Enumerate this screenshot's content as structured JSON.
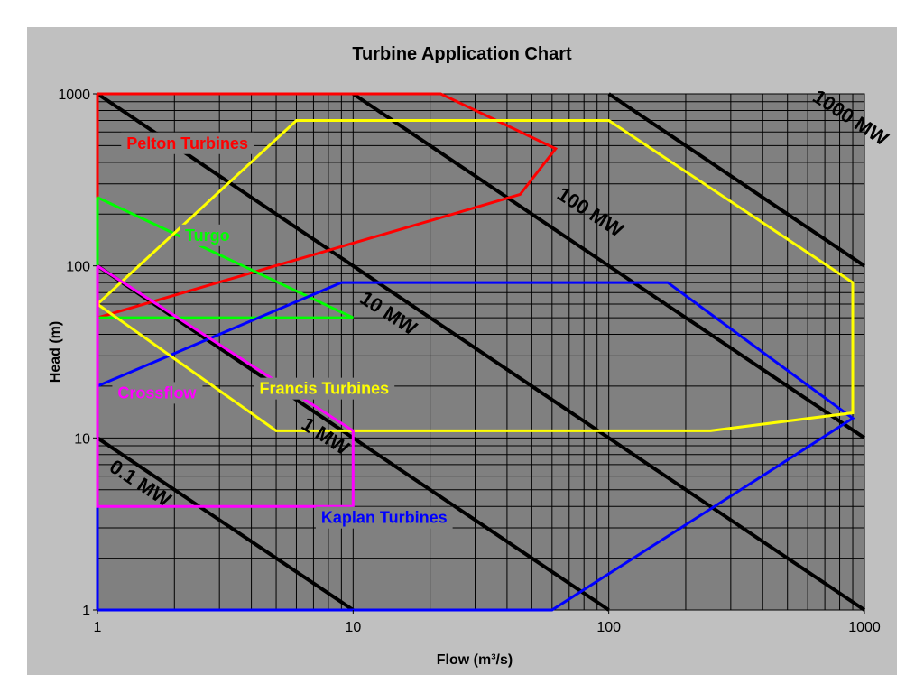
{
  "chart_data": {
    "type": "line",
    "title": "Turbine Application Chart",
    "xlabel": "Flow (m³/s)",
    "ylabel": "Head (m)",
    "xscale": "log",
    "yscale": "log",
    "xlim": [
      1,
      1000
    ],
    "ylim": [
      1,
      1000
    ],
    "x_ticks": [
      "1",
      "10",
      "100",
      "1000"
    ],
    "y_ticks": [
      "1",
      "10",
      "100",
      "1000"
    ],
    "grid": true,
    "plot_background": "#808080",
    "power_lines": [
      {
        "label": "0.1 MW",
        "points": [
          [
            1,
            10
          ],
          [
            10,
            1
          ]
        ]
      },
      {
        "label": "1 MW",
        "points": [
          [
            1,
            100
          ],
          [
            100,
            1
          ]
        ]
      },
      {
        "label": "10 MW",
        "points": [
          [
            1,
            1000
          ],
          [
            1000,
            1
          ]
        ]
      },
      {
        "label": "100 MW",
        "points": [
          [
            10,
            1000
          ],
          [
            1000,
            10
          ]
        ]
      },
      {
        "label": "1000 MW",
        "points": [
          [
            100,
            1000
          ],
          [
            1000,
            100
          ]
        ]
      }
    ],
    "regions": [
      {
        "label": "Pelton Turbines",
        "color": "#ff0000",
        "label_x": 1.3,
        "label_y": 480,
        "points": [
          [
            1,
            1000
          ],
          [
            22,
            1000
          ],
          [
            62,
            480
          ],
          [
            45,
            260
          ],
          [
            1,
            50
          ],
          [
            1,
            1000
          ]
        ]
      },
      {
        "label": "Francis Turbines",
        "color": "#ffff00",
        "label_x": 4.3,
        "label_y": 18,
        "points": [
          [
            1,
            60
          ],
          [
            6,
            700
          ],
          [
            100,
            700
          ],
          [
            900,
            80
          ],
          [
            900,
            14
          ],
          [
            250,
            11
          ],
          [
            5,
            11
          ],
          [
            1,
            60
          ]
        ]
      },
      {
        "label": "Turgo",
        "color": "#00ff00",
        "label_x": 2.2,
        "label_y": 140,
        "points": [
          [
            1,
            250
          ],
          [
            1,
            50
          ],
          [
            10,
            50
          ],
          [
            1,
            250
          ]
        ]
      },
      {
        "label": "Crossflow",
        "color": "#ff00ff",
        "label_x": 1.2,
        "label_y": 17,
        "points": [
          [
            1,
            100
          ],
          [
            10,
            11
          ],
          [
            10,
            4
          ],
          [
            1,
            4
          ],
          [
            1,
            100
          ]
        ]
      },
      {
        "label": "Kaplan Turbines",
        "color": "#0000ff",
        "label_x": 7.5,
        "label_y": 3.2,
        "points": [
          [
            1,
            1
          ],
          [
            1,
            20
          ],
          [
            9,
            80
          ],
          [
            170,
            80
          ],
          [
            900,
            13
          ],
          [
            60,
            1
          ],
          [
            1,
            1
          ]
        ]
      }
    ]
  }
}
